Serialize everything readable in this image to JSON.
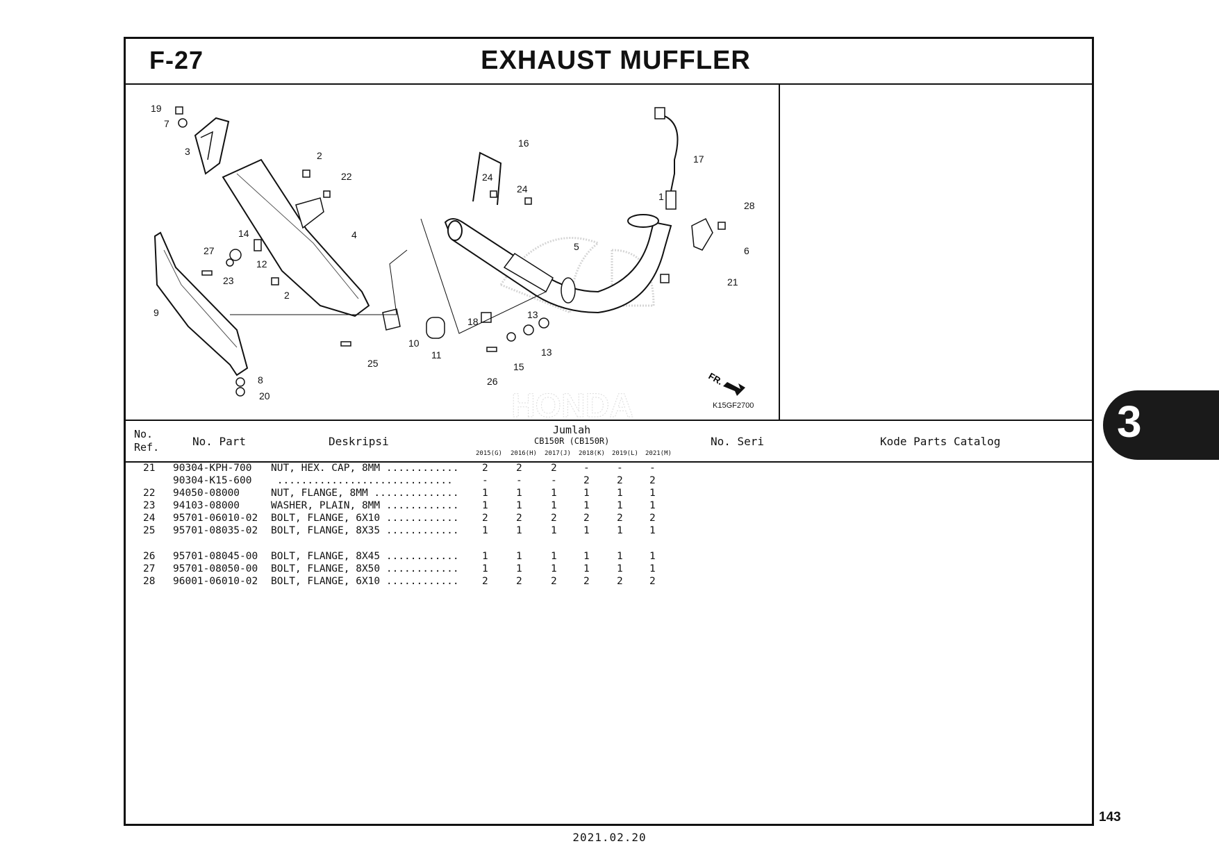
{
  "header": {
    "code": "F-27",
    "title": "EXHAUST MUFFLER"
  },
  "diagram": {
    "code": "K15GF2700",
    "front_marker": "FR.",
    "watermark": "HONDA",
    "callouts": [
      "19",
      "7",
      "3",
      "2",
      "22",
      "4",
      "14",
      "27",
      "23",
      "12",
      "2",
      "9",
      "8",
      "20",
      "25",
      "10",
      "11",
      "16",
      "24",
      "24",
      "5",
      "18",
      "13",
      "13",
      "15",
      "26",
      "17",
      "1",
      "28",
      "6",
      "21"
    ]
  },
  "table": {
    "headers": {
      "ref": "No.\nRef.",
      "ref_line1": "No.",
      "ref_line2": "Ref.",
      "part": "No. Part",
      "desc": "Deskripsi",
      "qty": "Jumlah",
      "model": "CB150R (CB150R)",
      "years": [
        "2015(G)",
        "2016(H)",
        "2017(J)",
        "2018(K)",
        "2019(L)",
        "2021(M)"
      ],
      "serial": "No. Seri",
      "catalog": "Kode Parts Catalog"
    },
    "rows": [
      {
        "ref": "21",
        "part": "90304-KPH-700",
        "desc": "NUT, HEX. CAP, 8MM ............",
        "qty": [
          "2",
          "2",
          "2",
          "-",
          "-",
          "-"
        ]
      },
      {
        "ref": "",
        "part": "90304-K15-600",
        "desc": " .............................",
        "qty": [
          "-",
          "-",
          "-",
          "2",
          "2",
          "2"
        ]
      },
      {
        "ref": "22",
        "part": "94050-08000",
        "desc": "NUT, FLANGE, 8MM ..............",
        "qty": [
          "1",
          "1",
          "1",
          "1",
          "1",
          "1"
        ]
      },
      {
        "ref": "23",
        "part": "94103-08000",
        "desc": "WASHER, PLAIN, 8MM ............",
        "qty": [
          "1",
          "1",
          "1",
          "1",
          "1",
          "1"
        ]
      },
      {
        "ref": "24",
        "part": "95701-06010-02",
        "desc": "BOLT, FLANGE, 6X10 ............",
        "qty": [
          "2",
          "2",
          "2",
          "2",
          "2",
          "2"
        ]
      },
      {
        "ref": "25",
        "part": "95701-08035-02",
        "desc": "BOLT, FLANGE, 8X35 ............",
        "qty": [
          "1",
          "1",
          "1",
          "1",
          "1",
          "1"
        ]
      },
      {
        "ref": "26",
        "part": "95701-08045-00",
        "desc": "BOLT, FLANGE, 8X45 ............",
        "qty": [
          "1",
          "1",
          "1",
          "1",
          "1",
          "1"
        ]
      },
      {
        "ref": "27",
        "part": "95701-08050-00",
        "desc": "BOLT, FLANGE, 8X50 ............",
        "qty": [
          "1",
          "1",
          "1",
          "1",
          "1",
          "1"
        ]
      },
      {
        "ref": "28",
        "part": "96001-06010-02",
        "desc": "BOLT, FLANGE, 6X10 ............",
        "qty": [
          "2",
          "2",
          "2",
          "2",
          "2",
          "2"
        ]
      }
    ]
  },
  "section_tab": "3",
  "page_number": "143",
  "date": "2021.02.20"
}
